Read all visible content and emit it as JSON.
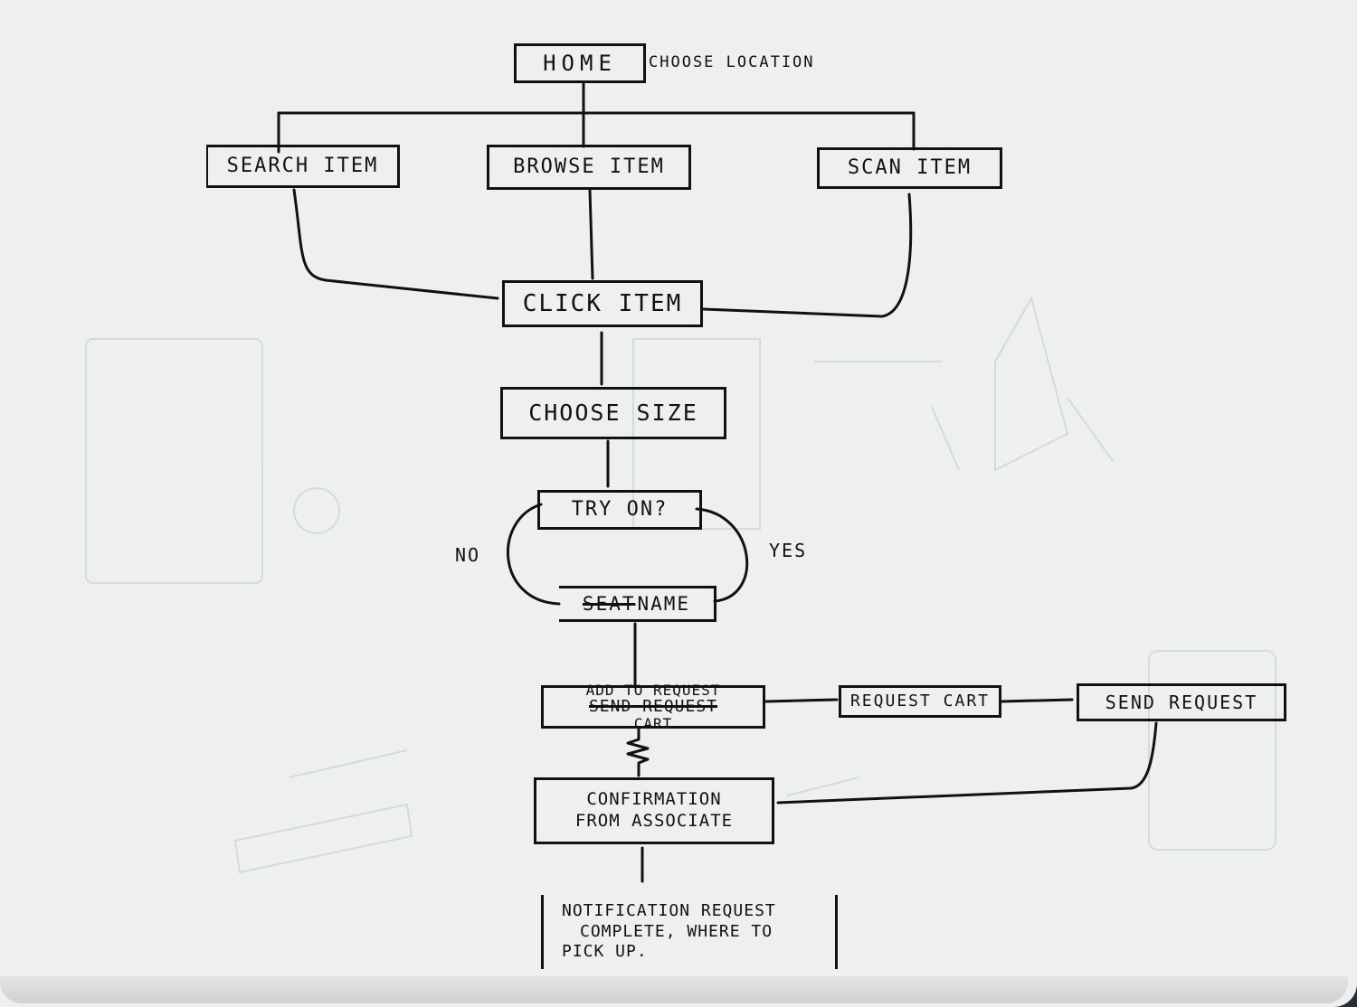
{
  "diagram": {
    "home": "HOME",
    "home_note": "CHOOSE LOCATION",
    "search_item": "SEARCH ITEM",
    "browse_item": "BROWSE ITEM",
    "scan_item": "SCAN ITEM",
    "click_item": "CLICK ITEM",
    "choose_size": "CHOOSE SIZE",
    "try_on": "TRY ON?",
    "no": "NO",
    "yes": "YES",
    "name_struck": "SEAT",
    "name": "NAME",
    "add_to_request_cart_line1": "ADD TO REQUEST",
    "add_to_request_cart_struck": "SEND REQUEST",
    "add_to_request_cart_line2": "CART",
    "request_cart": "REQUEST CART",
    "send_request": "SEND REQUEST",
    "confirmation_line1": "CONFIRMATION",
    "confirmation_line2": "FROM ASSOCIATE",
    "notification_line1": "NOTIFICATION REQUEST",
    "notification_line2": "COMPLETE, WHERE TO",
    "notification_line3": "PICK UP."
  },
  "colors": {
    "ink": "#111111",
    "paper": "#eef0ef",
    "ghost": "#c3cbd2"
  }
}
